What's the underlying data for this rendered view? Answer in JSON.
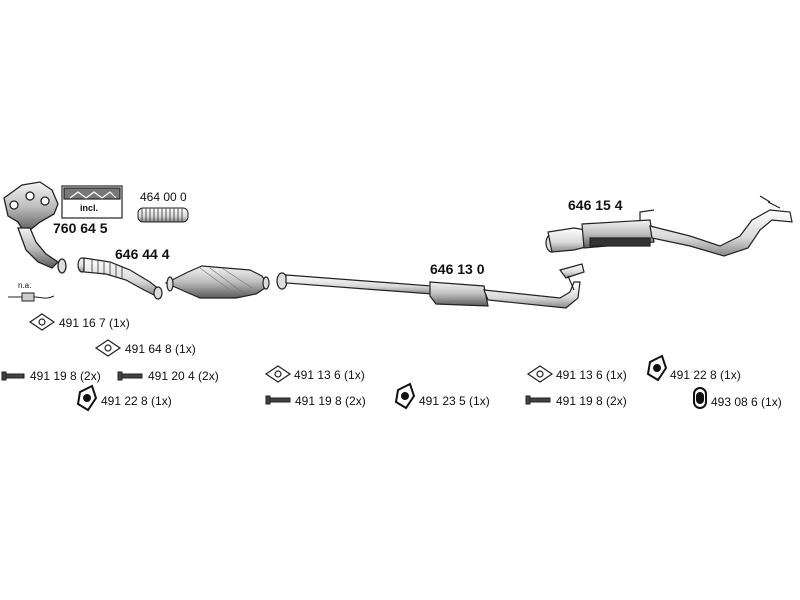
{
  "parts": {
    "manifold_kit": "760 64 5",
    "incl_label": "incl.",
    "flex_pipe": "464 00 0",
    "front_pipe": "646 44 4",
    "middle_pipe": "646 13 0",
    "rear_muffler": "646 15 4",
    "na_label": "n.a."
  },
  "hardware": [
    {
      "label": "491 16 7 (1x)",
      "icon": "gasket-icon"
    },
    {
      "label": "491 64 8 (1x)",
      "icon": "gasket-icon"
    },
    {
      "label": "491 19 8 (2x)",
      "icon": "bolt-icon"
    },
    {
      "label": "491 20 4 (2x)",
      "icon": "bolt-icon"
    },
    {
      "label": "491 22 8 (1x)",
      "icon": "rubber-mount-icon"
    },
    {
      "label": "491 13 6 (1x)",
      "icon": "gasket-icon"
    },
    {
      "label": "491 19 8 (2x)",
      "icon": "bolt-icon"
    },
    {
      "label": "491 23 5 (1x)",
      "icon": "rubber-mount-icon"
    },
    {
      "label": "491 13 6 (1x)",
      "icon": "gasket-icon"
    },
    {
      "label": "491 22 8 (1x)",
      "icon": "rubber-mount-icon"
    },
    {
      "label": "491 19 8 (2x)",
      "icon": "bolt-icon"
    },
    {
      "label": "493 08 6 (1x)",
      "icon": "rubber-ring-icon"
    }
  ]
}
